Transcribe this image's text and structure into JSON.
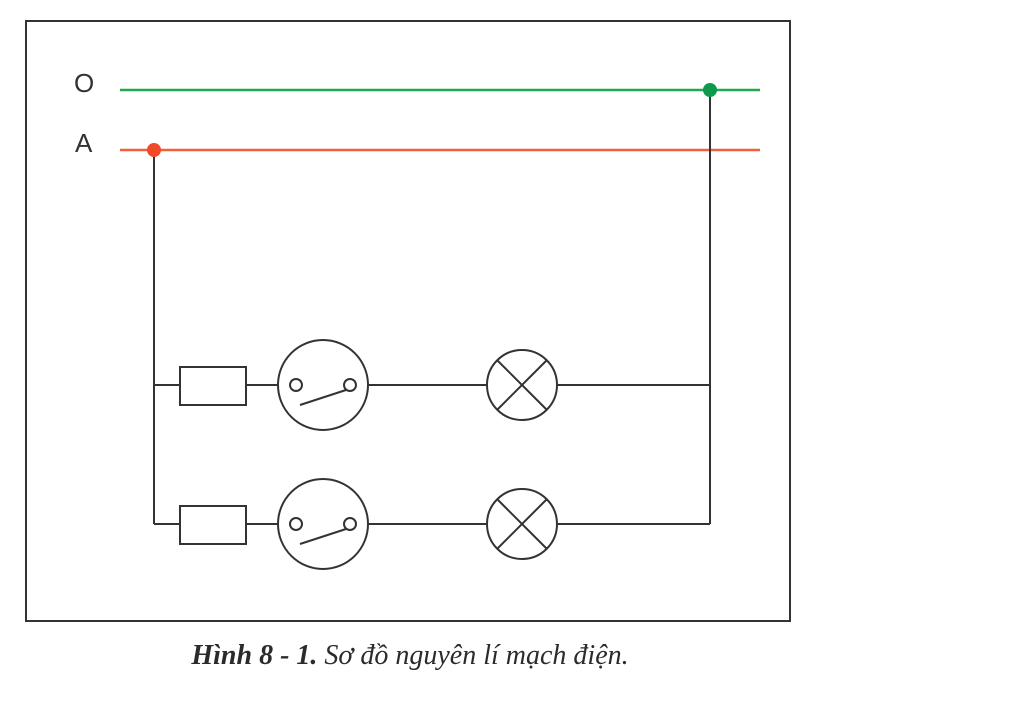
{
  "diagram": {
    "line_labels": {
      "neutral": "O",
      "phase": "A"
    },
    "colors": {
      "neutral_line": "#1fa84f",
      "phase_line": "#f0603c",
      "neutral_dot": "#0e9a4a",
      "phase_dot": "#f04a28",
      "wire": "#333333",
      "frame": "#333333"
    },
    "branches": [
      {
        "components": [
          "fuse-icon",
          "switch-icon",
          "lamp-icon"
        ]
      },
      {
        "components": [
          "fuse-icon",
          "switch-icon",
          "lamp-icon"
        ]
      }
    ]
  },
  "caption": {
    "figure_label": "Hình 8 - 1.",
    "text": " Sơ đồ nguyên lí mạch điện."
  }
}
